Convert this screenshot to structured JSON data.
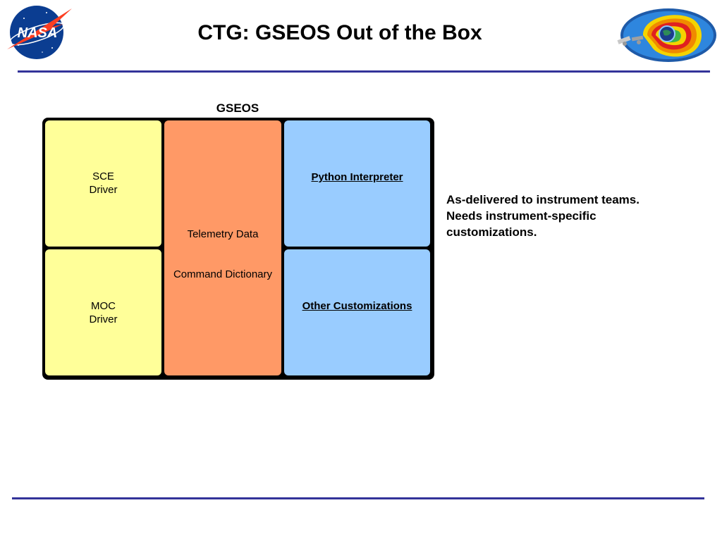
{
  "header": {
    "title": "CTG: GSEOS Out of the Box",
    "nasa_logo_text": "NASA"
  },
  "diagram": {
    "container_label": "GSEOS",
    "boxes": {
      "sce": {
        "lines": [
          "SCE",
          "Driver"
        ],
        "color": "#FFFF99"
      },
      "moc": {
        "lines": [
          "MOC",
          "Driver"
        ],
        "color": "#FFFF99"
      },
      "telemetry": {
        "lines": [
          "Telemetry Data",
          "Command Dictionary"
        ],
        "color": "#FF9966"
      },
      "python": {
        "label": "Python Interpreter",
        "color": "#99CCFF"
      },
      "other": {
        "label": "Other Customizations",
        "color": "#99CCFF"
      }
    }
  },
  "note": {
    "lines": [
      "As-delivered to instrument teams.",
      "Needs instrument-specific",
      "customizations."
    ]
  },
  "colors": {
    "rule": "#333399",
    "nasa_blue": "#0B3D91",
    "nasa_red": "#FC3D21"
  }
}
